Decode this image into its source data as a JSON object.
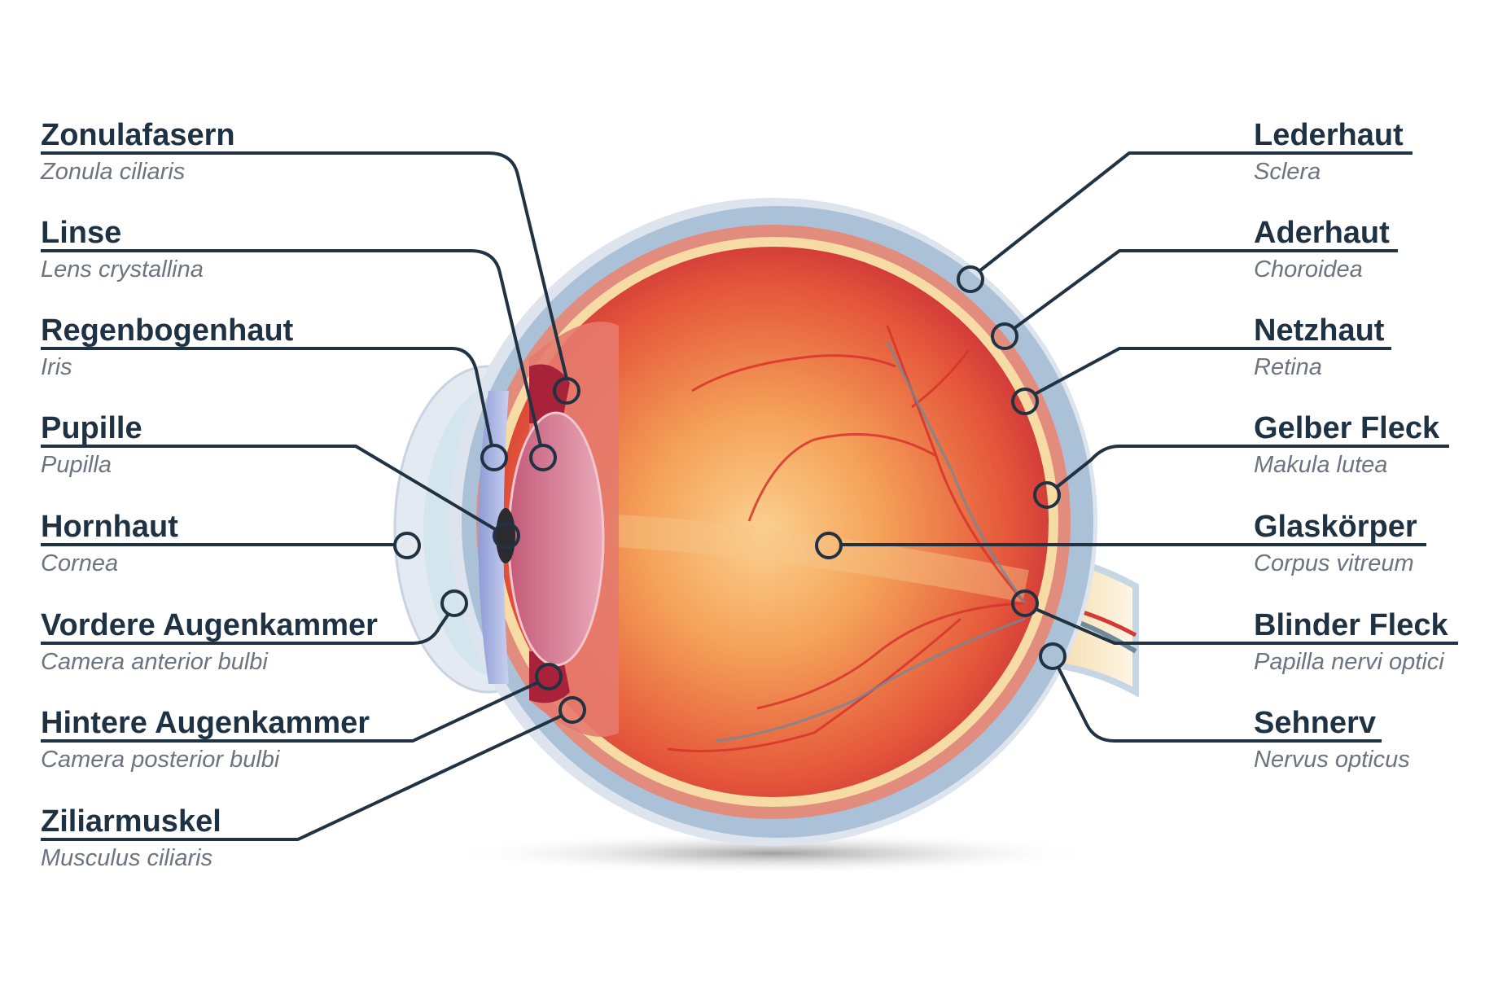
{
  "labels_left": [
    {
      "title": "Zonulafasern",
      "latin": "Zonula ciliaris"
    },
    {
      "title": "Linse",
      "latin": "Lens crystallina"
    },
    {
      "title": "Regenbogenhaut",
      "latin": "Iris"
    },
    {
      "title": "Pupille",
      "latin": "Pupilla"
    },
    {
      "title": "Hornhaut",
      "latin": "Cornea"
    },
    {
      "title": "Vordere Augenkammer",
      "latin": "Camera anterior bulbi"
    },
    {
      "title": "Hintere Augenkammer",
      "latin": "Camera posterior bulbi"
    },
    {
      "title": "Ziliarmuskel",
      "latin": "Musculus ciliaris"
    }
  ],
  "labels_right": [
    {
      "title": "Lederhaut",
      "latin": "Sclera"
    },
    {
      "title": "Aderhaut",
      "latin": "Choroidea"
    },
    {
      "title": "Netzhaut",
      "latin": "Retina"
    },
    {
      "title": "Gelber Fleck",
      "latin": "Makula lutea"
    },
    {
      "title": "Glaskörper",
      "latin": "Corpus vitreum"
    },
    {
      "title": "Blinder Fleck",
      "latin": "Papilla nervi optici"
    },
    {
      "title": "Sehnerv",
      "latin": "Nervus opticus"
    }
  ],
  "colors": {
    "ink": "#213242",
    "latin": "#6b7480",
    "sclera": "#a9c0d6",
    "choroid": "#e0877a",
    "retina": "#f6dca4",
    "vitreous": "#e8462e"
  }
}
